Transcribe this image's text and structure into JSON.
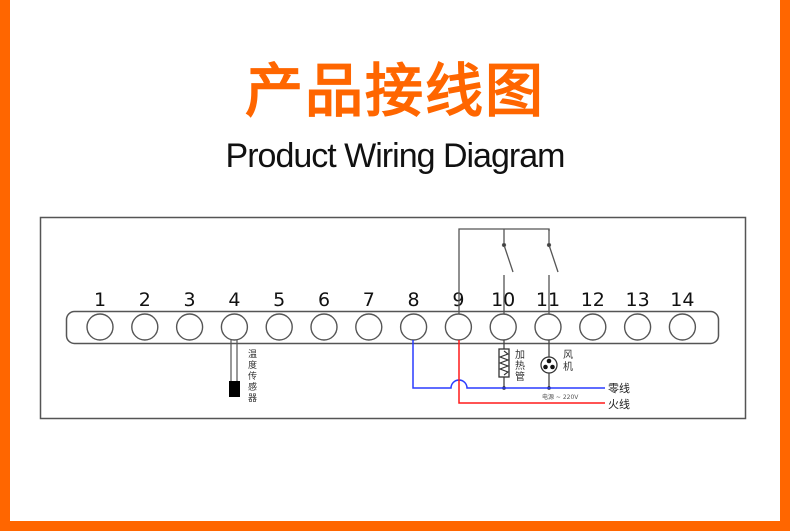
{
  "colors": {
    "frame": "#ff6600",
    "title": "#ff6600",
    "neutral_wire": "#2a3cff",
    "live_wire": "#ff1a1a",
    "line": "#444444"
  },
  "header": {
    "title_cn": "产品接线图",
    "title_en": "Product Wiring Diagram"
  },
  "terminals": [
    "1",
    "2",
    "3",
    "4",
    "5",
    "6",
    "7",
    "8",
    "9",
    "10",
    "11",
    "12",
    "13",
    "14"
  ],
  "components": {
    "temp_sensor": {
      "label_chars": [
        "温",
        "度",
        "传",
        "感",
        "器"
      ],
      "terminal": "4",
      "icon": "sensor-probe-icon"
    },
    "heater": {
      "label_chars": [
        "加",
        "热",
        "管"
      ],
      "terminal": "10",
      "icon": "heater-resistor-icon"
    },
    "fan": {
      "label_chars": [
        "风",
        "机"
      ],
      "terminal": "11",
      "icon": "fan-icon"
    }
  },
  "relays": [
    {
      "common": "9",
      "output": "10"
    },
    {
      "common": "9",
      "output": "11"
    }
  ],
  "wires": {
    "neutral": {
      "label": "零线",
      "terminal": "8"
    },
    "live": {
      "label": "火线",
      "terminal": "9"
    },
    "power_note": "电源 ~ 220V"
  }
}
